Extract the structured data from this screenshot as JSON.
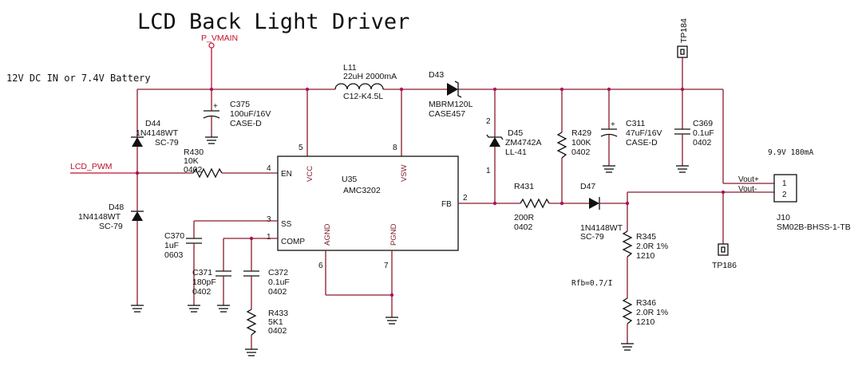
{
  "title": "LCD Back Light Driver",
  "input_note": "12V DC IN or 7.4V Battery",
  "output_note": "9.9V 180mA",
  "rfb_note": "Rfb=0.7/I",
  "nets": {
    "p_vmain": "P_VMAIN",
    "lcd_pwm": "LCD_PWM",
    "vout_plus": "Vout+",
    "vout_minus": "Vout-"
  },
  "ic": {
    "ref": "U35",
    "part": "AMC3202",
    "pins": {
      "en": "EN",
      "vcc": "VCC",
      "vsw": "VSW",
      "ss": "SS",
      "comp": "COMP",
      "agnd": "AGND",
      "pgnd": "PGND",
      "fb": "FB"
    },
    "pin_numbers": {
      "en": "4",
      "vcc": "5",
      "vsw": "8",
      "ss": "3",
      "comp": "1",
      "agnd": "6",
      "pgnd": "7",
      "fb": "2"
    }
  },
  "components": {
    "c375": [
      "C375",
      "100uF/16V",
      "CASE-D"
    ],
    "d44": [
      "D44",
      "1N4148WT",
      "SC-79"
    ],
    "r430": [
      "R430",
      "10K",
      "0402"
    ],
    "l11": [
      "L11",
      "22uH 2000mA",
      "C12-K4.5L"
    ],
    "d43": [
      "D43",
      "MBRM120L",
      "CASE457"
    ],
    "d45": [
      "D45",
      "ZM4742A",
      "LL-41"
    ],
    "d45_pins": [
      "2",
      "1"
    ],
    "r429": [
      "R429",
      "100K",
      "0402"
    ],
    "c311": [
      "C311",
      "47uF/16V",
      "CASE-D"
    ],
    "c369": [
      "C369",
      "0.1uF",
      "0402"
    ],
    "d48": [
      "D48",
      "1N4148WT",
      "SC-79"
    ],
    "c370": [
      "C370",
      "1uF",
      "0603"
    ],
    "c371": [
      "C371",
      "180pF",
      "0402"
    ],
    "c372": [
      "C372",
      "0.1uF",
      "0402"
    ],
    "r433": [
      "R433",
      "5K1",
      "0402"
    ],
    "r431": [
      "R431",
      "200R",
      "0402"
    ],
    "d47": [
      "D47",
      "1N4148WT",
      "SC-79"
    ],
    "r345": [
      "R345",
      "2.0R 1%",
      "1210"
    ],
    "r346": [
      "R346",
      "2.0R 1%",
      "1210"
    ],
    "j10": [
      "J10",
      "SM02B-BHSS-1-TB"
    ],
    "j10_pins": [
      "1",
      "2"
    ],
    "tp184": "TP184",
    "tp186": "TP186"
  }
}
